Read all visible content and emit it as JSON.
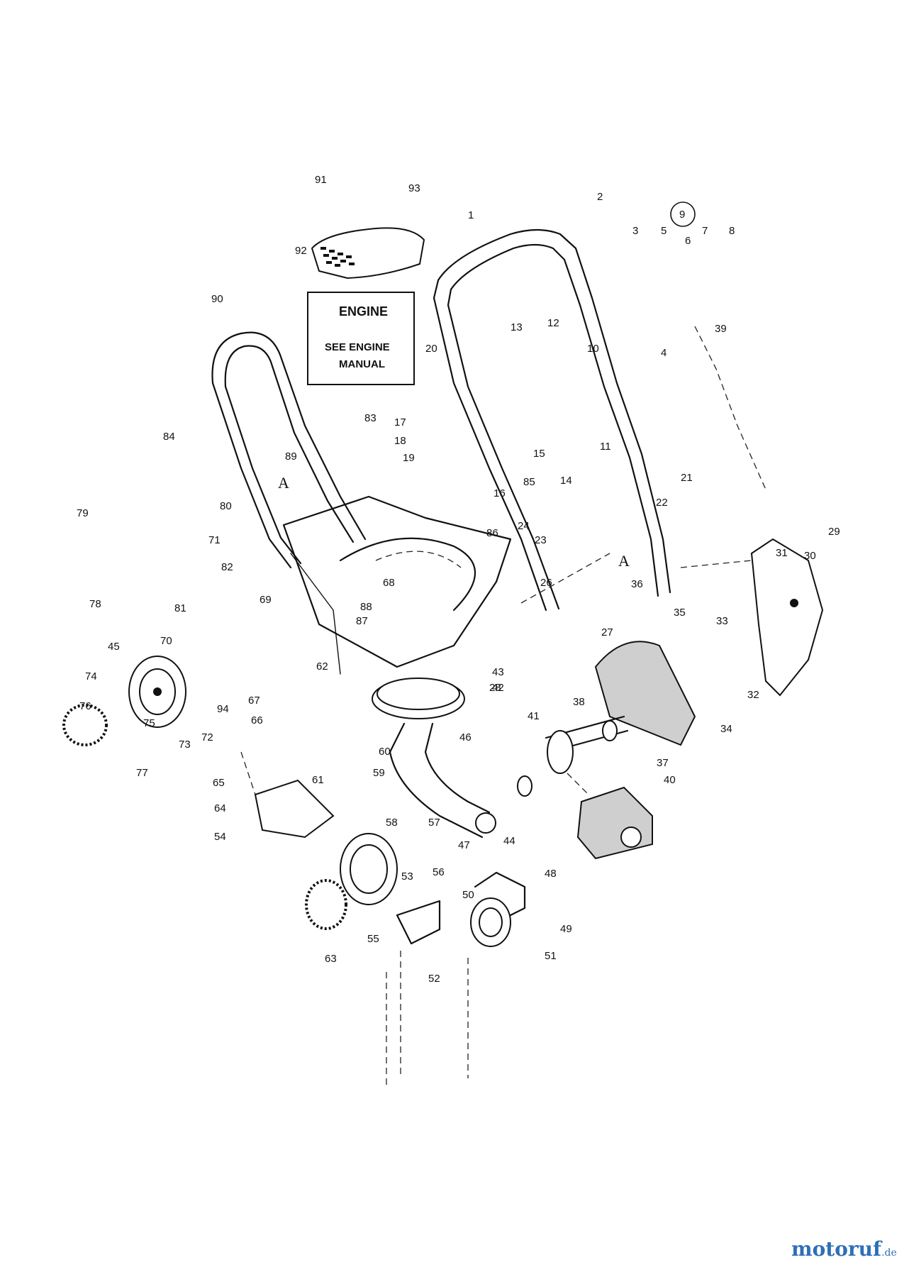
{
  "engine_box": {
    "line1": "ENGINE",
    "line2": "SEE ENGINE",
    "line3": "MANUAL"
  },
  "reference_marks": [
    "A",
    "A"
  ],
  "part_numbers": [
    "1",
    "2",
    "3",
    "4",
    "5",
    "6",
    "7",
    "8",
    "9",
    "10",
    "11",
    "12",
    "13",
    "14",
    "15",
    "16",
    "17",
    "18",
    "19",
    "20",
    "21",
    "22",
    "23",
    "24",
    "26",
    "27",
    "28",
    "29",
    "30",
    "31",
    "32",
    "33",
    "34",
    "35",
    "36",
    "37",
    "38",
    "39",
    "40",
    "41",
    "42",
    "43",
    "44",
    "45",
    "46",
    "47",
    "48",
    "49",
    "50",
    "51",
    "52",
    "53",
    "54",
    "55",
    "56",
    "57",
    "58",
    "59",
    "60",
    "61",
    "62",
    "63",
    "64",
    "65",
    "66",
    "67",
    "68",
    "69",
    "70",
    "71",
    "72",
    "73",
    "74",
    "75",
    "76",
    "77",
    "78",
    "79",
    "80",
    "81",
    "82",
    "83",
    "84",
    "85",
    "86",
    "87",
    "88",
    "89",
    "90",
    "91",
    "92",
    "93",
    "94"
  ],
  "watermark": {
    "brand": "motoruf",
    "suffix": ".de"
  }
}
